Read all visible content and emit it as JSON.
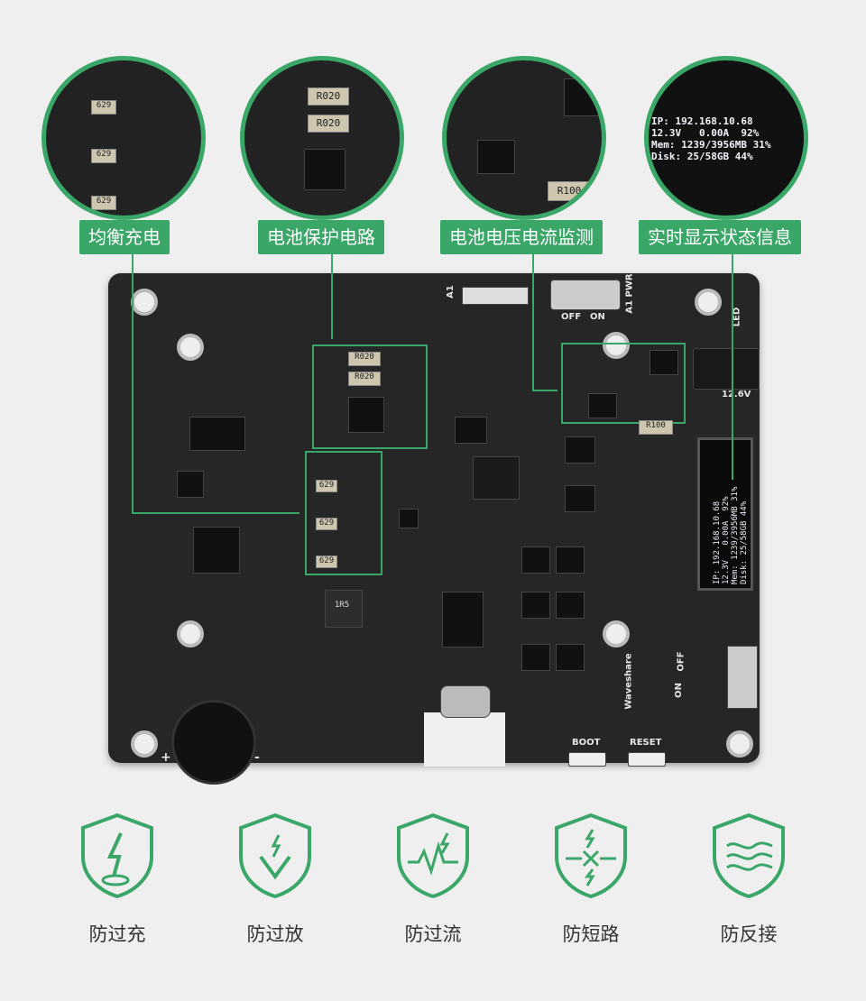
{
  "callouts": [
    {
      "label": "均衡充电"
    },
    {
      "label": "电池保护电路"
    },
    {
      "label": "电池电压电流监测"
    },
    {
      "label": "实时显示状态信息"
    }
  ],
  "board": {
    "silkscreen": {
      "a1": "A1",
      "a1_pwr": "A1 PWR",
      "off": "OFF",
      "on": "ON",
      "led": "LED",
      "voltage": "12.6V",
      "boot": "BOOT",
      "reset": "RESET",
      "switch_on": "ON",
      "switch_off": "OFF",
      "brand": "Waveshare",
      "plus": "+",
      "minus": "-",
      "r020": "R020",
      "r100": "R100",
      "c629": "629",
      "l1r5": "1R5"
    },
    "oled_lines": [
      "IP: 192.168.10.68",
      "12.3V   0.00A  92%",
      "Mem: 1239/3956MB 31%",
      "Disk: 25/58GB 44%"
    ]
  },
  "features": [
    {
      "label": "防过充",
      "icon": "overcharge-shield-icon"
    },
    {
      "label": "防过放",
      "icon": "overdischarge-shield-icon"
    },
    {
      "label": "防过流",
      "icon": "overcurrent-shield-icon"
    },
    {
      "label": "防短路",
      "icon": "short-circuit-shield-icon"
    },
    {
      "label": "防反接",
      "icon": "reverse-polarity-shield-icon"
    }
  ],
  "colors": {
    "accent": "#3aa668",
    "pcb": "#262626",
    "background": "#efefef"
  }
}
